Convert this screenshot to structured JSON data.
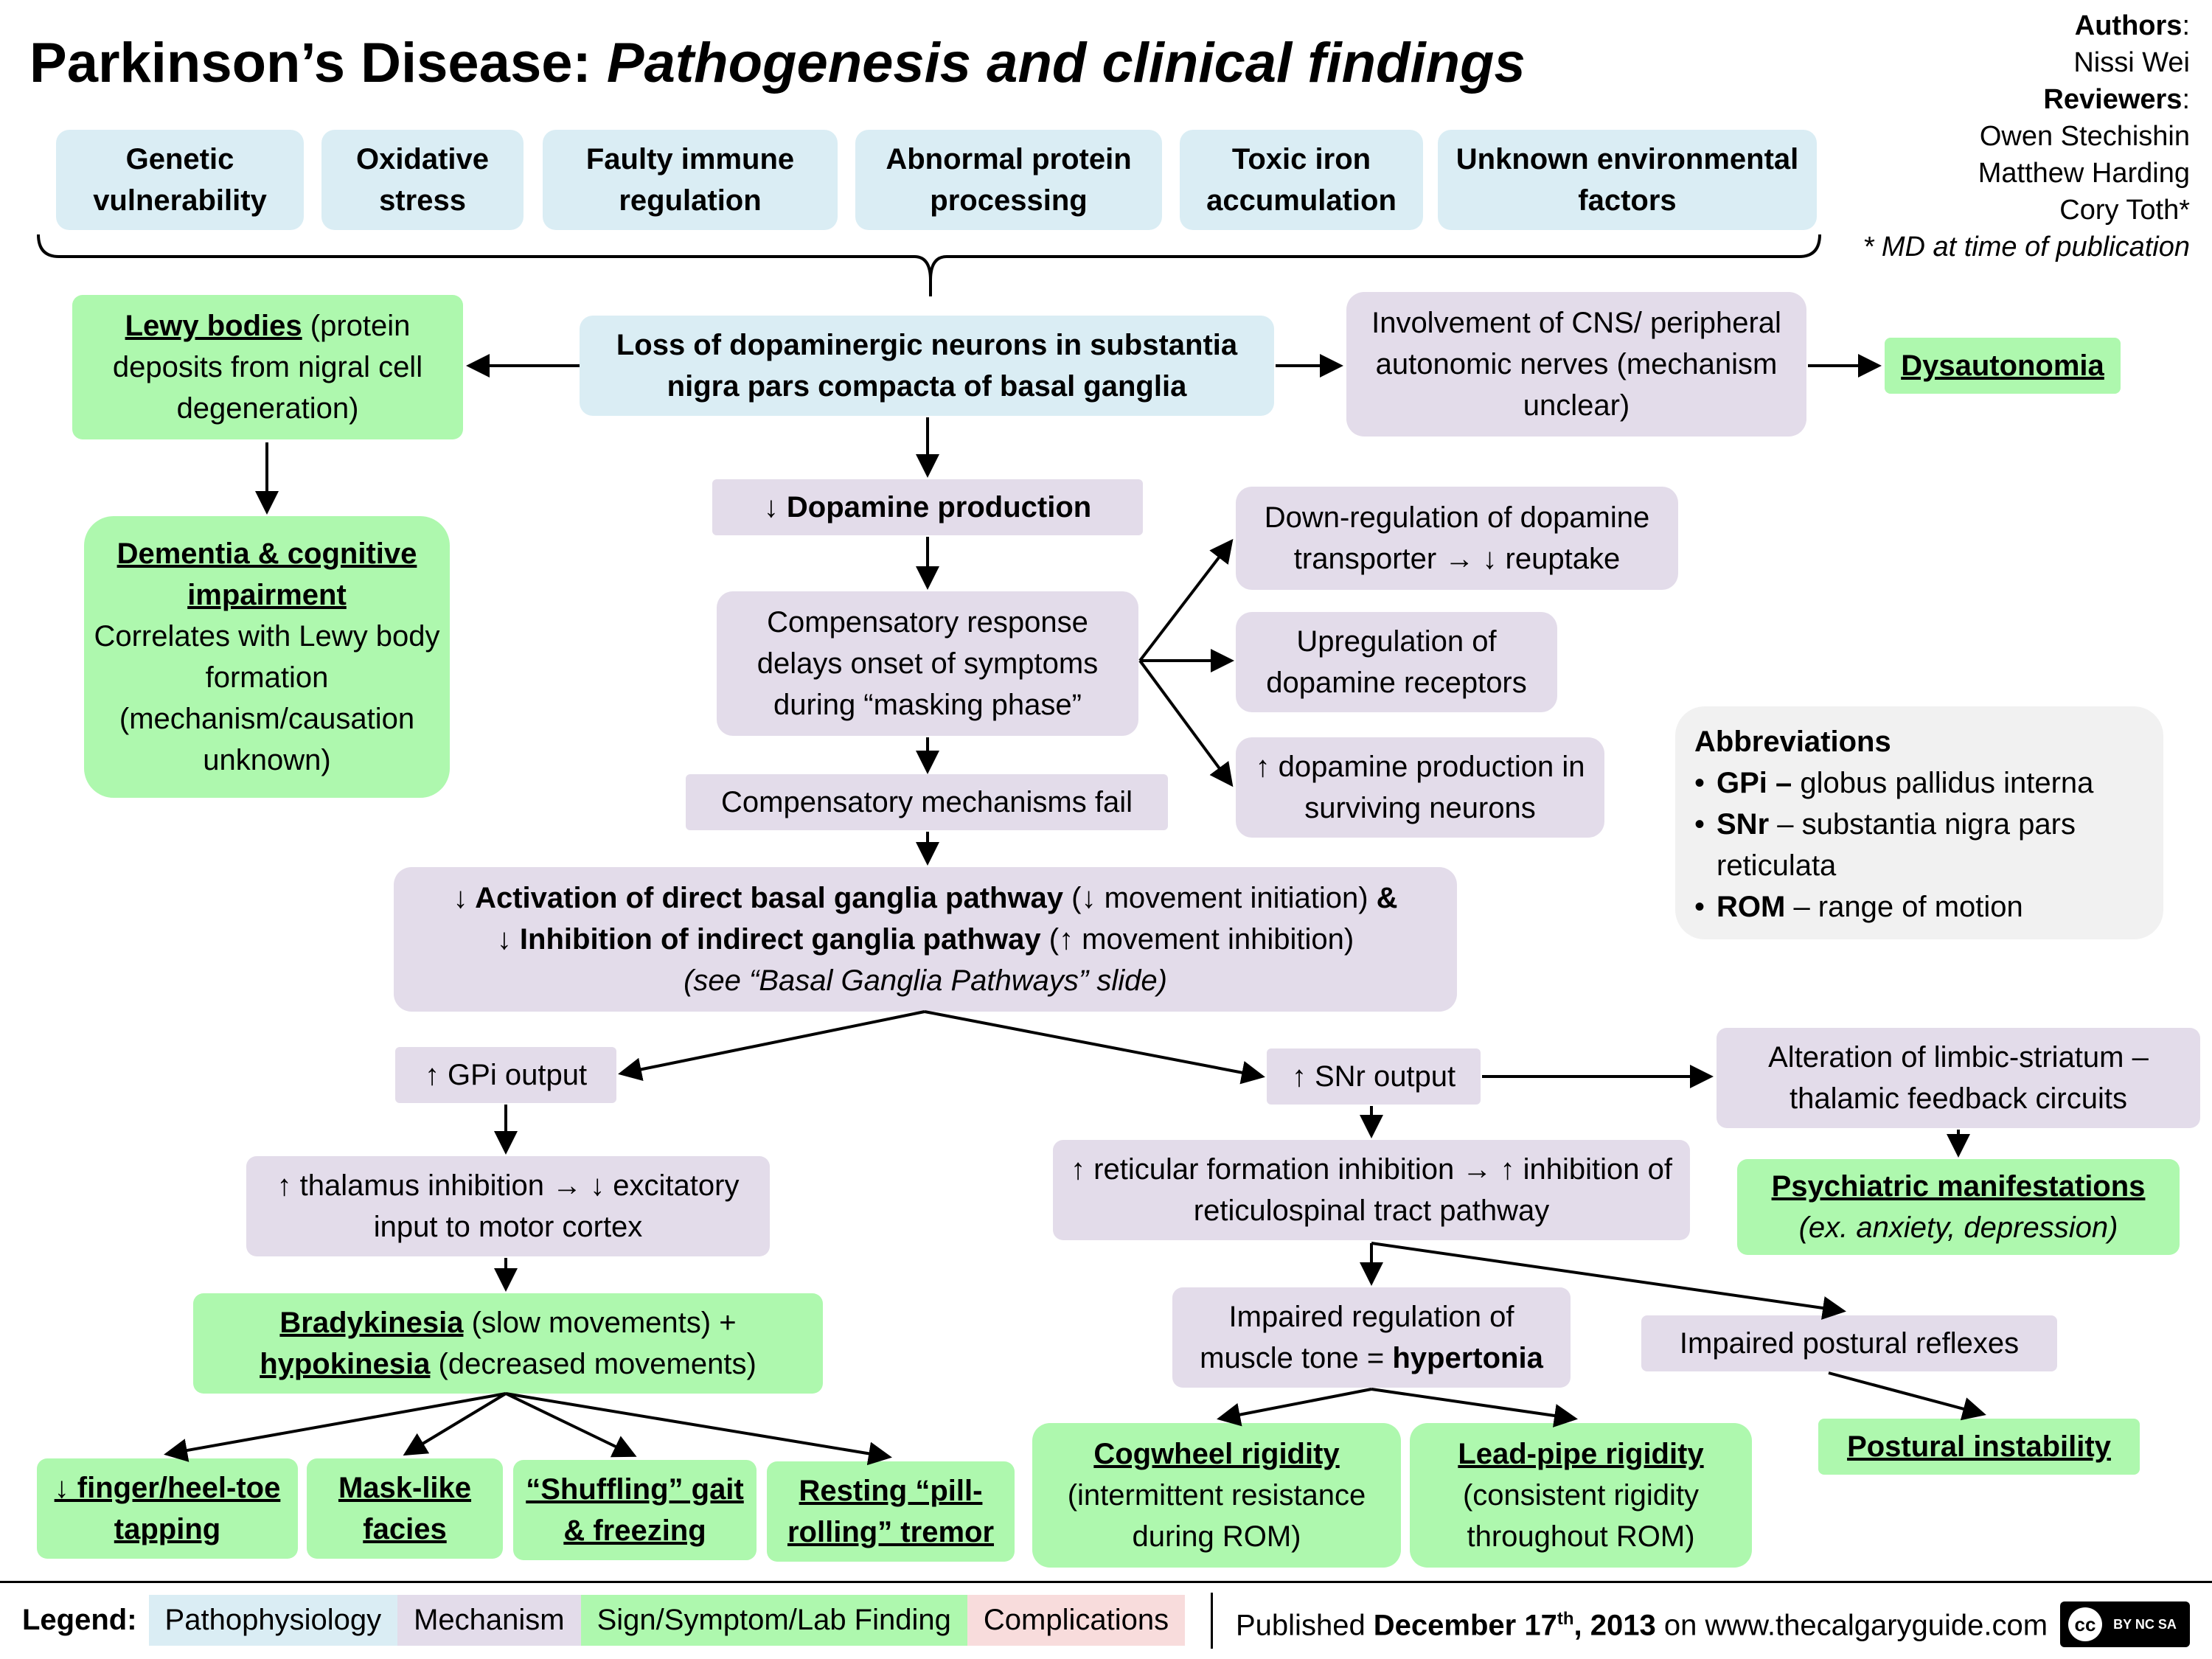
{
  "header": {
    "title_main": "Parkinson’s Disease: ",
    "title_sub": "Pathogenesis and clinical findings",
    "authors_label": "Authors",
    "author": "Nissi Wei",
    "reviewers_label": "Reviewers",
    "reviewers": [
      "Owen Stechishin",
      "Matthew Harding",
      "Cory Toth*"
    ],
    "footnote": "* MD at time of publication"
  },
  "causes": [
    "Genetic vulnerability",
    "Oxidative stress",
    "Faulty immune regulation",
    "Abnormal protein processing",
    "Toxic iron accumulation",
    "Unknown environmental factors"
  ],
  "nodes": {
    "lewy_title": "Lewy bodies",
    "lewy_rest": " (protein deposits from nigral cell degeneration)",
    "dementia_title": "Dementia & cognitive impairment",
    "dementia_rest": "Correlates with Lewy body formation (mechanism/causation unknown)",
    "loss": "Loss of dopaminergic neurons in substantia nigra pars compacta of basal ganglia",
    "cns": "Involvement of CNS/ peripheral autonomic nerves (mechanism unclear)",
    "dysautonomia": "Dysautonomia",
    "dopamine_down": "↓ Dopamine production",
    "compensatory": "Compensatory response delays onset of symptoms during “masking phase”",
    "downreg": "Down-regulation of dopamine transporter → ↓ reuptake",
    "upreg": "Upregulation of dopamine receptors",
    "up_dopamine": "↑ dopamine production in surviving neurons",
    "comp_fail": "Compensatory mechanisms fail",
    "activation_line1_bold": "↓ Activation of direct basal ganglia pathway",
    "activation_line1_rest": " (↓ movement initiation) ",
    "activation_line1_amp": "&",
    "activation_line2_bold": "↓ Inhibition of indirect ganglia pathway",
    "activation_line2_rest": " (↑ movement inhibition)",
    "activation_line3": "(see “Basal Ganglia Pathways” slide)",
    "gpi": "↑ GPi output",
    "snr": "↑ SNr output",
    "thalamus": "↑ thalamus inhibition → ↓ excitatory input to motor cortex",
    "reticular": "↑ reticular formation inhibition → ↑ inhibition of reticulospinal tract pathway",
    "limbic": "Alteration of limbic-striatum – thalamic feedback circuits",
    "psych_title": "Psychiatric manifestations",
    "psych_rest": "(ex. anxiety, depression)",
    "brady_title": "Bradykinesia",
    "brady_rest": " (slow movements) +",
    "hypo_title": "hypokinesia",
    "hypo_rest": " (decreased movements)",
    "tone_pre": "Impaired regulation of muscle tone = ",
    "tone_bold": "hypertonia",
    "postural_reflex": "Impaired postural reflexes",
    "postural_instab": "Postural instability",
    "tapping": "↓ finger/heel-toe tapping",
    "mask": "Mask-like facies",
    "shuffling": "“Shuffling” gait & freezing",
    "tremor": "Resting “pill-rolling” tremor",
    "cogwheel_title": "Cogwheel rigidity",
    "cogwheel_rest": "(intermittent resistance during ROM)",
    "leadpipe_title": "Lead-pipe rigidity",
    "leadpipe_rest": "(consistent rigidity throughout ROM)"
  },
  "abbreviations": {
    "title": "Abbreviations",
    "items": [
      {
        "abbr": "GPi –",
        "text": " globus pallidus interna"
      },
      {
        "abbr": "SNr",
        "text": " – substantia nigra pars reticulata"
      },
      {
        "abbr": "ROM",
        "text": " – range of motion"
      }
    ]
  },
  "legend": {
    "label": "Legend:",
    "items": [
      "Pathophysiology",
      "Mechanism",
      "Sign/Symptom/Lab Finding",
      "Complications"
    ],
    "colors": [
      "#daedf4",
      "#e3dcea",
      "#aef8ae",
      "#f8dcdc"
    ]
  },
  "footer": {
    "published_pre": "Published ",
    "published_date": "December 17",
    "published_sup": "th",
    "published_year": ", 2013",
    "published_post": " on www.thecalgaryguide.com",
    "license": "BY NC SA"
  }
}
